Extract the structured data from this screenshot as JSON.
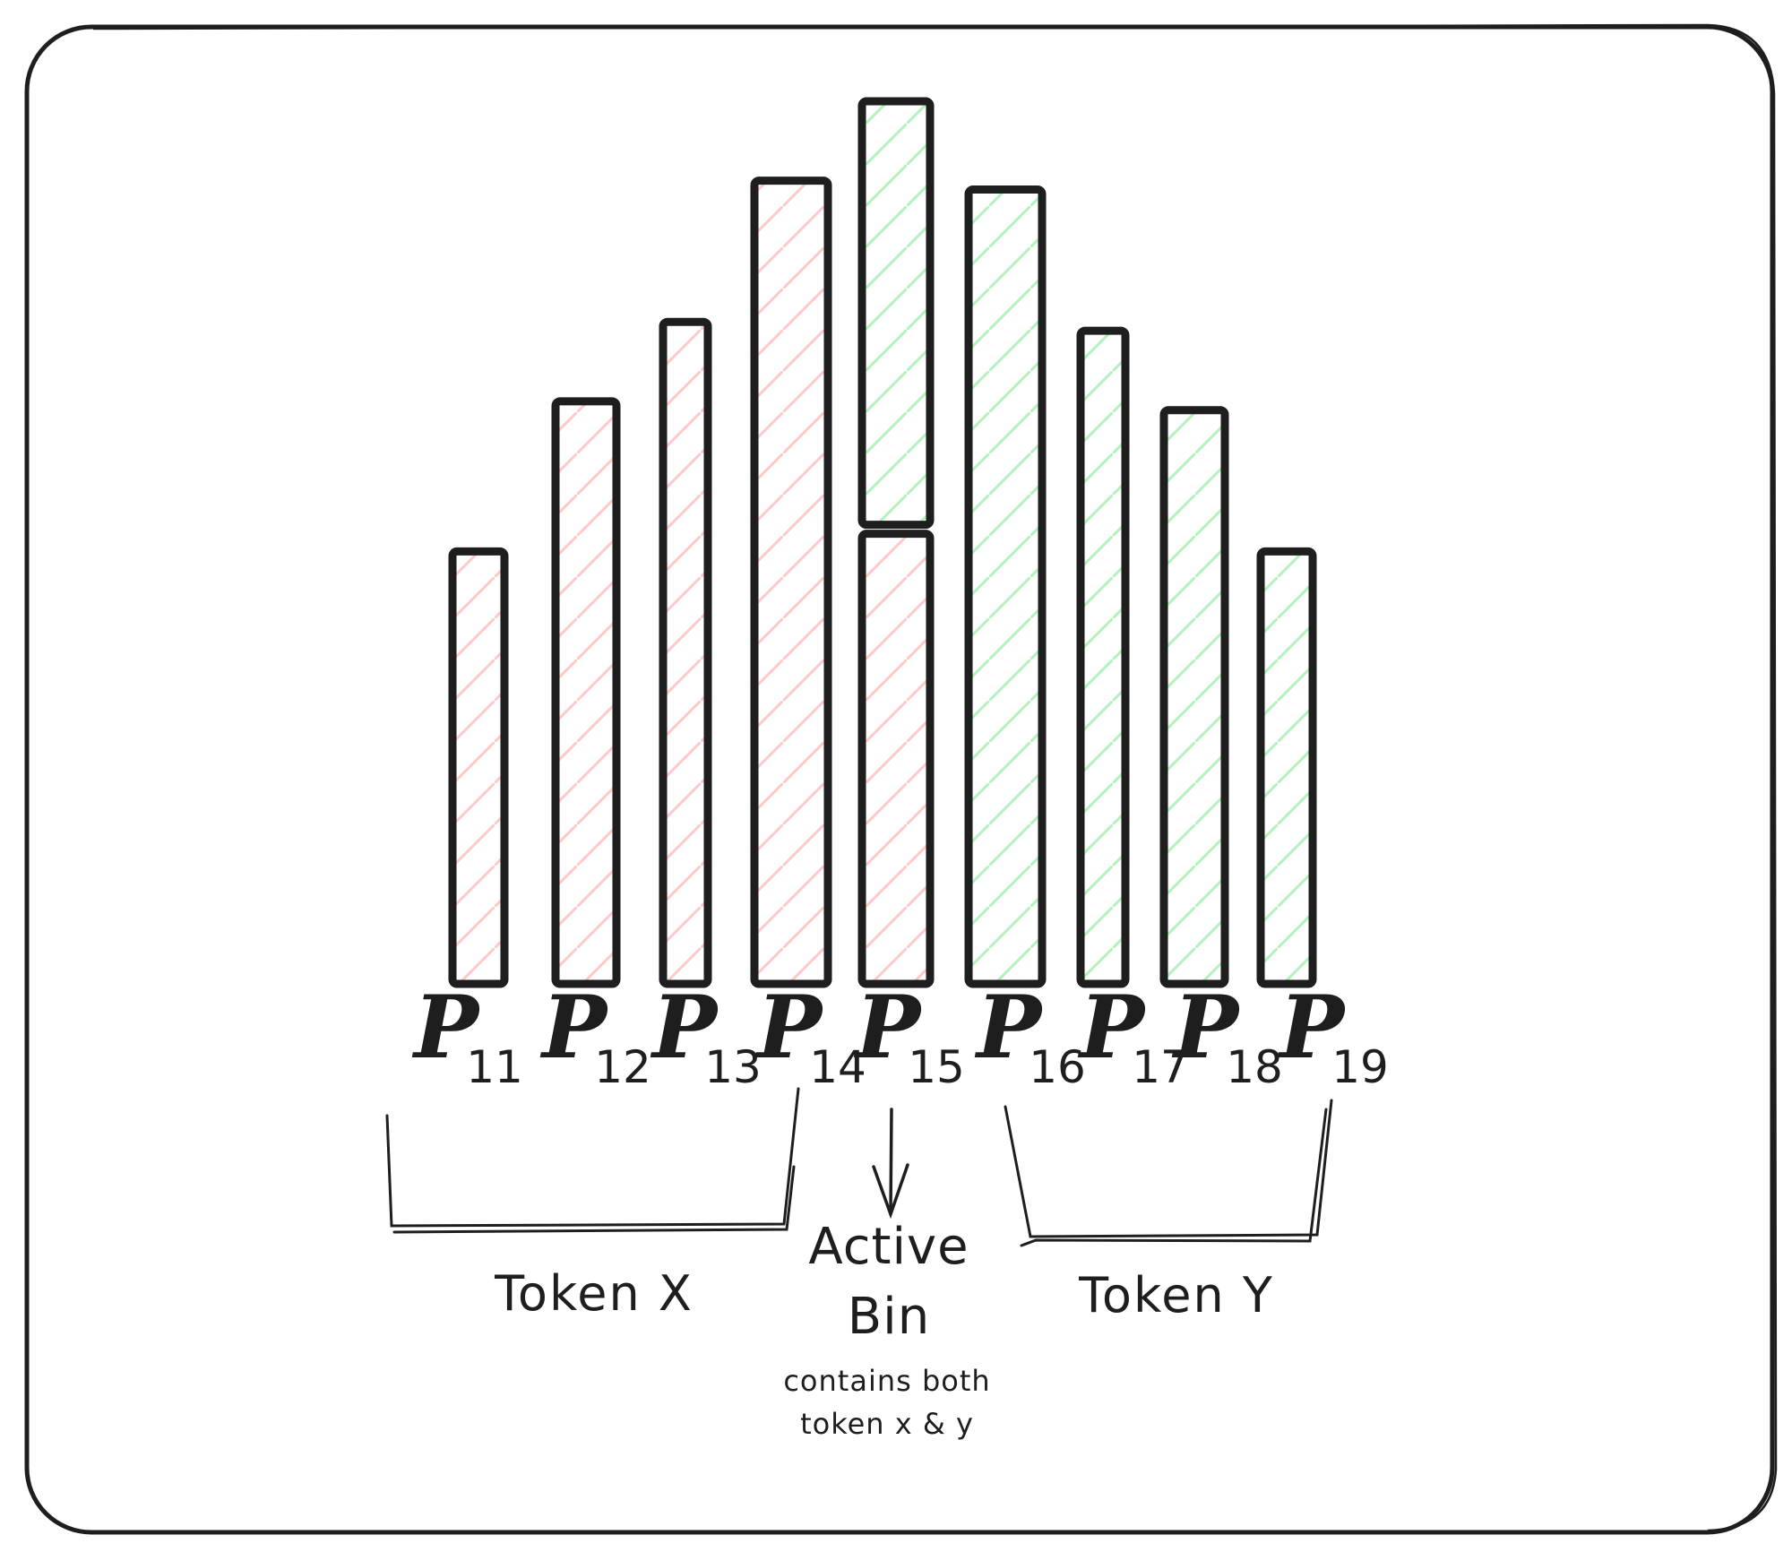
{
  "diagram": {
    "colors": {
      "ink": "#1e1e1e",
      "token_x_hatch": "#ffc9c9",
      "token_y_hatch": "#b2f2bb"
    },
    "bins": [
      {
        "label": "P",
        "sub": "11",
        "token": "x",
        "height": 0.49
      },
      {
        "label": "P",
        "sub": "12",
        "token": "x",
        "height": 0.66
      },
      {
        "label": "P",
        "sub": "13",
        "token": "x",
        "height": 0.75
      },
      {
        "label": "P",
        "sub": "14",
        "token": "x",
        "height": 0.91
      },
      {
        "label": "P",
        "sub": "15",
        "token": "both",
        "height": 1.0,
        "x_share": 0.51
      },
      {
        "label": "P",
        "sub": "16",
        "token": "y",
        "height": 0.9
      },
      {
        "label": "P",
        "sub": "17",
        "token": "y",
        "height": 0.74
      },
      {
        "label": "P",
        "sub": "18",
        "token": "y",
        "height": 0.65
      },
      {
        "label": "P",
        "sub": "19",
        "token": "y",
        "height": 0.49
      }
    ],
    "token_x_label": "Token X",
    "token_y_label": "Token Y",
    "active_label_line1": "Active",
    "active_label_line2": "Bin",
    "active_note_line1": "contains both",
    "active_note_line2": "token x & y"
  }
}
